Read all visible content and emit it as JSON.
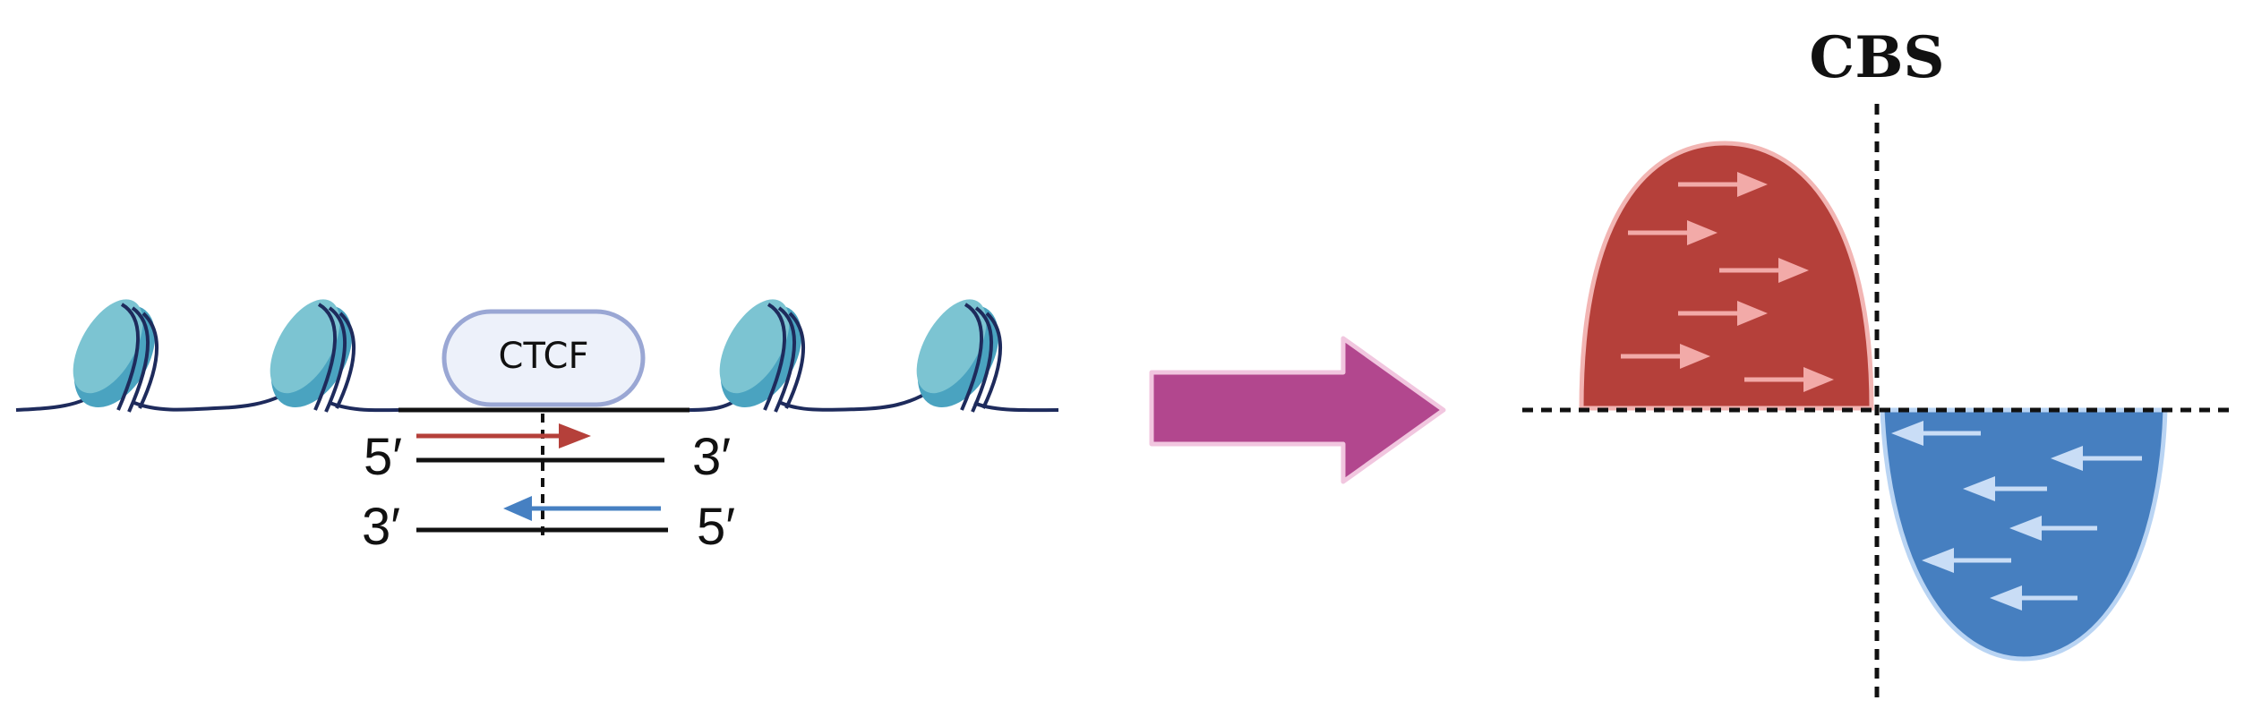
{
  "diagram": {
    "protein_label": "CTCF",
    "top_strand": {
      "left_end": "5′",
      "right_end": "3′"
    },
    "bottom_strand": {
      "left_end": "3′",
      "right_end": "5′"
    },
    "site_label": "CBS"
  },
  "colors": {
    "background": "#ffffff",
    "nucleosome_light": "#7cc4d2",
    "nucleosome_mid": "#4aa3c0",
    "dna_wrap": "#1e2b5c",
    "ctcf_fill": "#edf1fa",
    "ctcf_stroke": "#9aa7d4",
    "forward_arrow": "#b5403a",
    "reverse_arrow": "#4680c2",
    "transition_arrow": "#b2478e",
    "transition_arrow_stroke": "#f1c6df",
    "forward_lobe": "#b5403a",
    "forward_lobe_stroke": "#f2b5b3",
    "forward_lobe_arrows": "#f2aaa8",
    "reverse_lobe": "#467fc0",
    "reverse_lobe_stroke": "#b9d4f3",
    "reverse_lobe_arrows": "#c9ddf6"
  },
  "icons": [
    "nucleosome-icon",
    "arrow-right-icon",
    "arrow-left-icon"
  ]
}
